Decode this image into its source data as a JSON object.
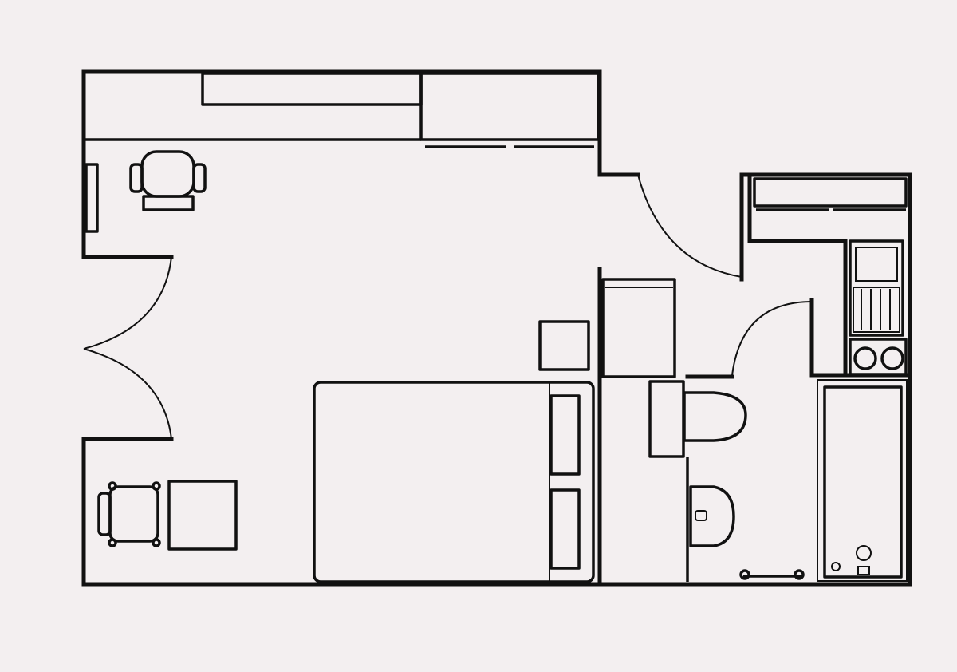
{
  "background_color": "#f3eff0",
  "line_color": "#111111",
  "elements": {
    "walls": "exterior-and-interior-walls",
    "doors": [
      "entry-double-door",
      "hall-door",
      "bathroom-door"
    ],
    "furniture": [
      "desk-chair",
      "desk",
      "armchair",
      "side-table",
      "bed",
      "nightstand",
      "wardrobe",
      "closet"
    ],
    "fixtures": [
      "toilet",
      "sink",
      "bathtub",
      "stove",
      "kitchen-counter"
    ]
  }
}
